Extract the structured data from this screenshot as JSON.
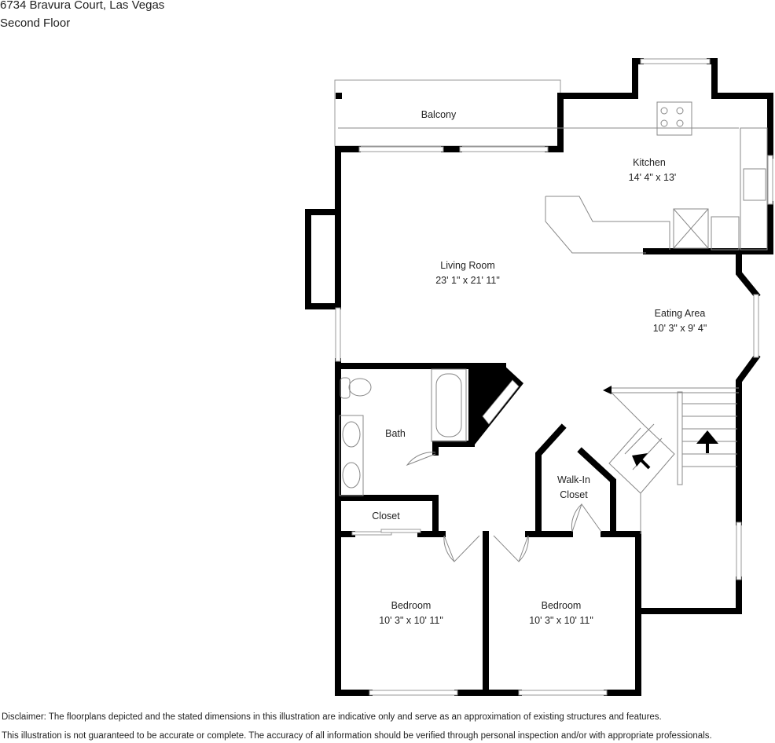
{
  "header": {
    "address": "6734 Bravura Court, Las Vegas",
    "floor": "Second Floor"
  },
  "rooms": [
    {
      "id": "balcony",
      "name": "Balcony",
      "dims": ""
    },
    {
      "id": "kitchen",
      "name": "Kitchen",
      "dims": "14' 4\" x 13'"
    },
    {
      "id": "living",
      "name": "Living Room",
      "dims": "23' 1\" x 21' 11\""
    },
    {
      "id": "eating",
      "name": "Eating Area",
      "dims": "10' 3\" x 9' 4\""
    },
    {
      "id": "bath",
      "name": "Bath",
      "dims": ""
    },
    {
      "id": "closet",
      "name": "Closet",
      "dims": ""
    },
    {
      "id": "walkin",
      "name": "Walk-In",
      "name2": "Closet",
      "dims": ""
    },
    {
      "id": "bedroom1",
      "name": "Bedroom",
      "dims": "10' 3\" x 10' 11\""
    },
    {
      "id": "bedroom2",
      "name": "Bedroom",
      "dims": "10' 3\" x 10' 11\""
    }
  ],
  "disclaimer": {
    "line1": "Disclaimer: The floorplans depicted and the stated dimensions in this illustration are indicative only and serve as an approximation of existing structures and features.",
    "line2": "This illustration is not guaranteed to be accurate or complete. The accuracy of all information should be verified through personal inspection and/or with appropriate professionals."
  },
  "colors": {
    "wall": "#000000",
    "fixture_line": "#888888",
    "background": "#ffffff",
    "text": "#222222"
  }
}
